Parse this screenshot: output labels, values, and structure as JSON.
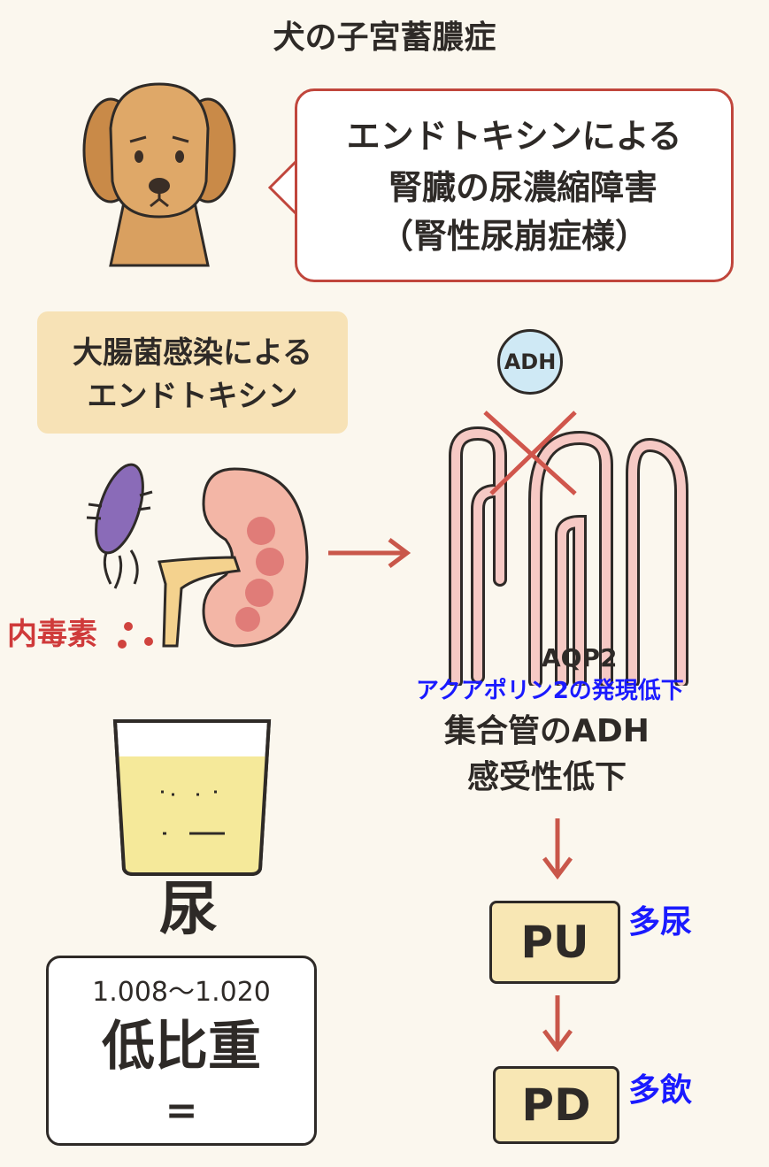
{
  "title": "犬の子宮蓄膿症",
  "bubble": {
    "lines": [
      "エンドトキシンによる",
      "腎臓の尿濃縮障害",
      "（腎性尿崩症様）"
    ]
  },
  "cause_box": {
    "lines": [
      "大腸菌感染による",
      "エンドトキシン"
    ]
  },
  "toxin_label": "内毒素",
  "adh_label": "ADH",
  "aqp2_label": "AQP2",
  "aqp2_note": "アクアポリン2の発現低下",
  "collecting_duct": {
    "lines": [
      "集合管のADH",
      "感受性低下"
    ]
  },
  "flow": [
    {
      "code": "PU",
      "note": "多尿"
    },
    {
      "code": "PD",
      "note": "多飲"
    }
  ],
  "urine": {
    "label": "尿",
    "range": "1.008～1.020",
    "result": "低比重",
    "equals": "="
  },
  "colors": {
    "accent_red": "#c0463c",
    "note_blue": "#1a1aff",
    "box_yellow": "#f7e2b6"
  }
}
